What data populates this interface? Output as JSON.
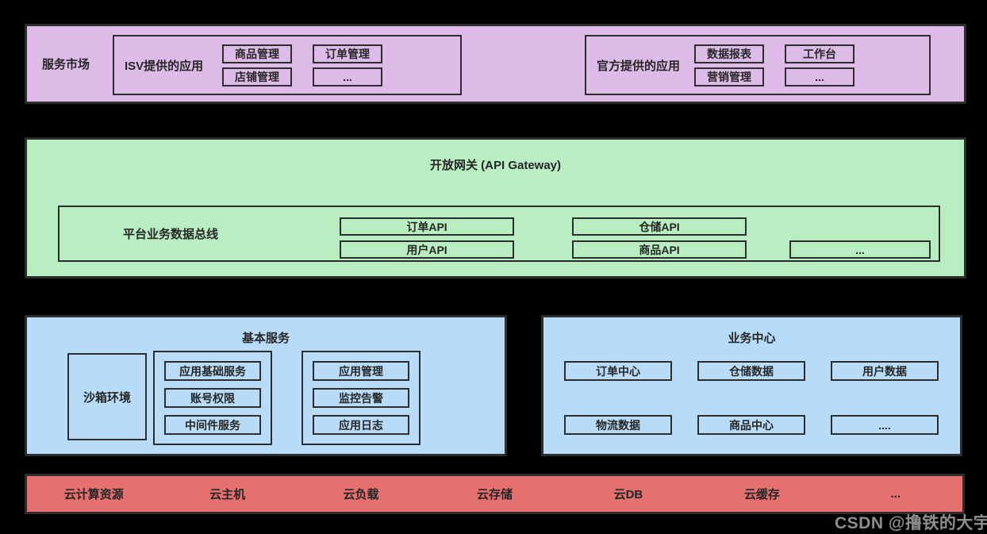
{
  "layers": {
    "market": {
      "label": "服务市场",
      "isv": {
        "label": "ISV提供的应用",
        "items": [
          "商品管理",
          "订单管理",
          "店铺管理",
          "..."
        ]
      },
      "official": {
        "label": "官方提供的应用",
        "items": [
          "数据报表",
          "工作台",
          "营销管理",
          "..."
        ]
      }
    },
    "gateway": {
      "title": "开放网关 (API Gateway)",
      "bus": {
        "label": "平台业务数据总线",
        "col1": [
          "订单API",
          "用户API"
        ],
        "col2": [
          "仓储API",
          "商品API"
        ],
        "more": "..."
      }
    },
    "basic": {
      "title": "基本服务",
      "sandbox": "沙箱环境",
      "group1": [
        "应用基础服务",
        "账号权限",
        "中间件服务"
      ],
      "group2": [
        "应用管理",
        "监控告警",
        "应用日志"
      ]
    },
    "business": {
      "title": "业务中心",
      "row1": [
        "订单中心",
        "仓储数据",
        "用户数据"
      ],
      "row2": [
        "物流数据",
        "商品中心",
        "...."
      ]
    },
    "cloud": {
      "items": [
        "云计算资源",
        "云主机",
        "云负载",
        "云存储",
        "云DB",
        "云缓存",
        "..."
      ]
    }
  },
  "watermark": "CSDN @撸铁的大宇",
  "colors": {
    "purple": "#dcbce6",
    "green": "#b9edc2",
    "blue": "#b8dcf8",
    "red": "#e57070",
    "border": "#2d2d2d",
    "text": "#262626",
    "background": "#000000",
    "watermark": "#8f8f8f"
  }
}
